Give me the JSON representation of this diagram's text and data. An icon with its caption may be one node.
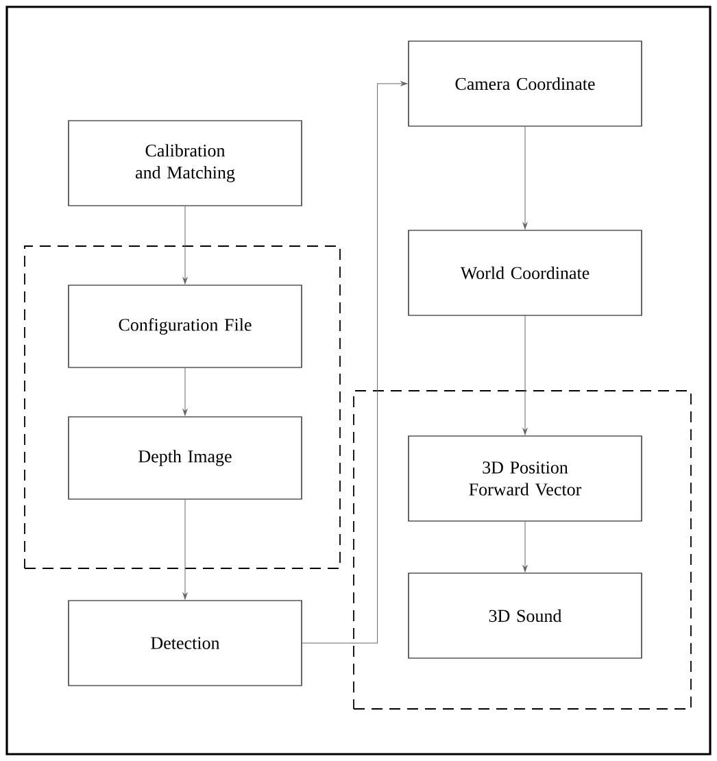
{
  "diagram": {
    "nodes": [
      {
        "text": [
          "Calibration and Matching"
        ]
      },
      {
        "text": [],
        "shape": "box"
      },
      {
        "text": [
          "Configuration File"
        ],
        "in": 1
      },
      {
        "text": [
          "Depth Image"
        ],
        "in": 1
      },
      {
        "text": [
          "Detection"
        ]
      },
      {
        "text": [
          "Camera Coordinate"
        ]
      },
      {
        "text": [
          "World Coordinate"
        ]
      },
      {
        "text": [],
        "shape": "box"
      },
      {
        "text": [
          "3D Position Forward Vector"
        ],
        "in": 7
      },
      {
        "text": [
          "3D Sound"
        ],
        "in": 7
      }
    ],
    "edges": [
      {
        "from": 0,
        "to": 2,
        "arrow": "to"
      },
      {
        "from": 2,
        "to": 3,
        "arrow": "to"
      },
      {
        "from": 3,
        "to": 4,
        "arrow": "to"
      },
      {
        "from": 4,
        "to": 5,
        "arrow": "to"
      },
      {
        "from": 5,
        "to": 6,
        "arrow": "to"
      },
      {
        "from": 6,
        "to": 8,
        "arrow": "to"
      },
      {
        "from": 8,
        "to": 9,
        "arrow": "to"
      }
    ]
  }
}
